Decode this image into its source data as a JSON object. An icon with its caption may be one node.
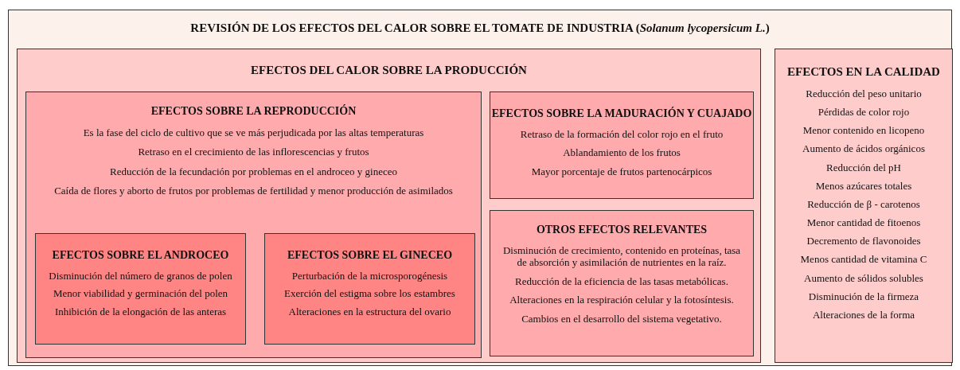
{
  "diagram": {
    "nodes": [
      {
        "text": [
          "REVISIÓN DE LOS EFECTOS DEL CALOR SOBRE EL TOMATE DE INDUSTRIA (*Solanum lycopersicum L.*)"
        ]
      },
      {
        "text": [
          "EFECTOS DEL CALOR SOBRE LA PRODUCCIÓN"
        ],
        "in": 0
      },
      {
        "text": [
          "EFECTOS SOBRE LA REPRODUCCIÓN",
          "Es la fase del ciclo de cultivo que se ve más perjudicada por las altas temperaturas",
          "Retraso en el crecimiento de las inflorescencias y frutos",
          "Reducción de la fecundación por problemas en el androceo y gineceo",
          "Caída de flores y aborto de frutos por problemas de fertilidad y menor producción de asimilados"
        ],
        "in": 1
      },
      {
        "text": [
          "EFECTOS SOBRE EL ANDROCEO",
          "Disminución del número de granos de polen",
          "Menor viabilidad y germinación del polen",
          "Inhibición de la elongación de las anteras"
        ],
        "in": 2
      },
      {
        "text": [
          "EFECTOS SOBRE EL GINECEO",
          "Perturbación de la microsporogénesis",
          "Exerción del estigma sobre los estambres",
          "Alteraciones en la estructura del ovario"
        ],
        "in": 2
      },
      {
        "text": [
          "EFECTOS SOBRE LA MADURACIÓN Y CUAJADO",
          "Retraso de la formación del color rojo en el fruto",
          "Ablandamiento de los frutos",
          "Mayor porcentaje de frutos partenocárpicos"
        ],
        "in": 1
      },
      {
        "text": [
          "OTROS EFECTOS RELEVANTES",
          "Disminución de crecimiento, contenido en proteínas, tasa de absorción y asimilación de nutrientes en la raíz.",
          "Reducción de la eficiencia de las tasas metabólicas.",
          "Alteraciones en la respiración celular y la fotosíntesis.",
          "Cambios en el desarrollo del sistema vegetativo."
        ],
        "in": 1
      },
      {
        "text": [
          "EFECTOS EN LA CALIDAD",
          "Reducción del peso unitario",
          "Pérdidas de color rojo",
          "Menor contenido en licopeno",
          "Aumento de ácidos orgánicos",
          "Reducción del pH",
          "Menos azúcares totales",
          "Reducción de β - carotenos",
          "Menor cantidad de fitoenos",
          "Decremento de flavonoides",
          "Menos cantidad de vitamina C",
          "Aumento de sólidos solubles",
          "Disminución de la firmeza",
          "Alteraciones de la forma"
        ],
        "in": 0
      }
    ]
  }
}
